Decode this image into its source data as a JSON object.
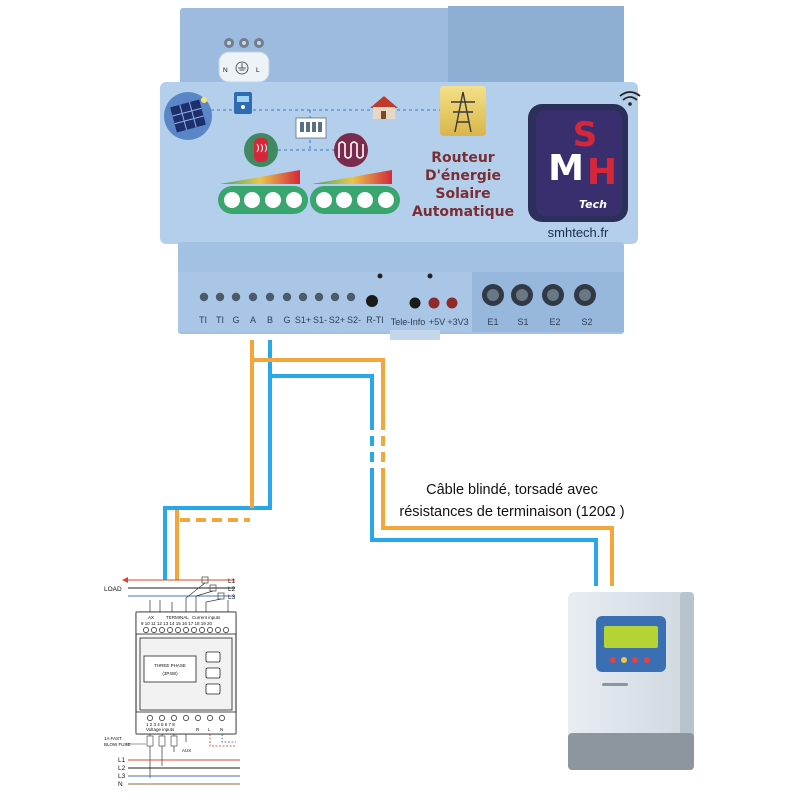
{
  "router": {
    "title_lines": [
      "Routeur",
      "D'énergie",
      "Solaire",
      "Automatique"
    ],
    "brand_letters": [
      "S",
      "M",
      "H"
    ],
    "brand_tech": "Tech",
    "website": "smhtech.fr",
    "power_labels": [
      "N",
      "L"
    ],
    "terminals_left": [
      "TI",
      "TI",
      "G",
      "A",
      "B",
      "G",
      "S1+",
      "S1-",
      "S2+",
      "S2-",
      "R-TI"
    ],
    "terminals_mid": [
      "Tele-Info",
      "+5V",
      "+3V3"
    ],
    "terminals_right": [
      "E1",
      "S1",
      "E2",
      "S2"
    ],
    "icons": [
      "solar-panel-icon",
      "inverter-icon",
      "house-icon",
      "pylon-icon",
      "water-heater-icon",
      "radiator-icon",
      "wifi-icon"
    ]
  },
  "caption": {
    "line1": "Câble blindé, torsadé avec",
    "line2": "résistances de terminaison (120Ω )"
  },
  "meter": {
    "load_label": "LOAD",
    "phase_out": [
      "L1",
      "L2",
      "L3"
    ],
    "phase_in": [
      "L1",
      "L2",
      "L3",
      "N"
    ],
    "mid_label_line1": "THREE PHASE",
    "mid_label_line2": "(3P4W)",
    "fuse_line1": "1A FAST",
    "fuse_line2": "BLOW FUSE",
    "aux_label": "AUX",
    "top_terminals": "9 10 11 12 13 14 15 16 17 18 19 20",
    "top_group_labels": [
      "AX",
      "TERMINAL",
      "Current inputs"
    ],
    "bottom_terminals": "1 2 3 4 5 6 7 8",
    "bottom_group_labels": [
      "Voltage inputs",
      "R",
      "L",
      "N"
    ]
  },
  "colors": {
    "orange_wire": "#f5a63a",
    "blue_wire": "#2aa7e8",
    "router_body": "#a9c6e6",
    "led_green": "#3aa66f",
    "brand_red": "#d6273a",
    "brand_purple": "#3a2f6e"
  }
}
